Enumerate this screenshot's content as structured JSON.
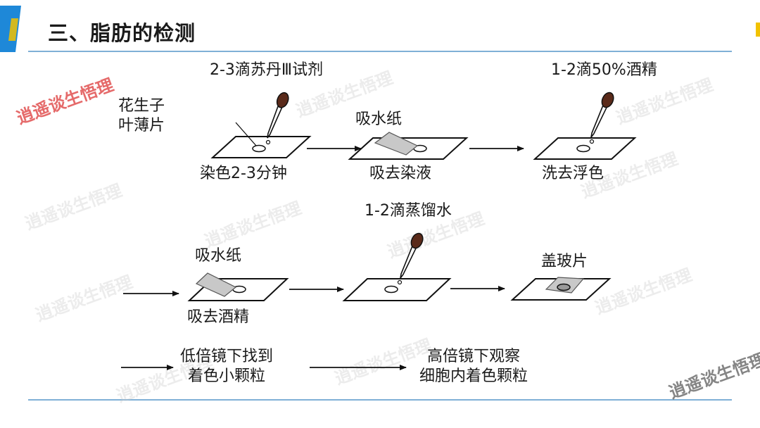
{
  "header": {
    "title": "三、脂肪的检测"
  },
  "labels": {
    "reagent_sudan": "2-3滴苏丹Ⅲ试剂",
    "peanut_slice": "花生子\n叶薄片",
    "stain_time": "染色2-3分钟",
    "blot_paper_1": "吸水纸",
    "absorb_dye": "吸去染液",
    "alcohol_drops": "1-2滴50%酒精",
    "wash_color": "洗去浮色",
    "blot_paper_2": "吸水纸",
    "absorb_alcohol": "吸去酒精",
    "distilled_water": "1-2滴蒸馏水",
    "coverslip": "盖玻片",
    "low_power": "低倍镜下找到\n着色小颗粒",
    "high_power": "高倍镜下观察\n细胞内着色颗粒"
  },
  "watermark": "逍遥谈生悟理",
  "colors": {
    "accent_blue": "#1e88d8",
    "rule": "#7fb0d6",
    "corner_yellow": "#f2c200",
    "dropper_bulb": "#5a2a1a"
  }
}
